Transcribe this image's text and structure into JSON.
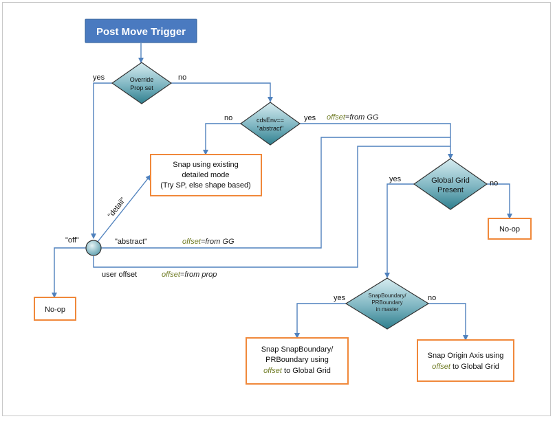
{
  "title": "Post Move Trigger",
  "decisions": {
    "override": [
      "Override",
      "Prop set"
    ],
    "cds_env": [
      "cdsEnv==",
      "\"abstract\""
    ],
    "global_grid": [
      "Global Grid",
      "Present"
    ],
    "snap_boundary": [
      "SnapBoundary/",
      "PRBoundary",
      "in master"
    ]
  },
  "boxes": {
    "snap_detailed": [
      "Snap using existing",
      "detailed mode",
      "(Try SP, else shape based)"
    ],
    "noop_right": "No-op",
    "noop_left": "No-op",
    "snap_boundary": [
      "Snap SnapBoundary/",
      "PRBoundary using"
    ],
    "snap_origin": "Snap Origin Axis using"
  },
  "labels": {
    "yes": "yes",
    "no": "no",
    "off": "\"off\"",
    "detail": "\"detail\"",
    "abstract": "\"abstract\"",
    "user_offset": "user offset",
    "offset_word": "offset",
    "from_gg": "=from GG",
    "from_prop": "=from prop",
    "to_global_grid": " to Global Grid"
  },
  "colors": {
    "arrow": "#4f81bd",
    "box_border": "#f0883a",
    "title_fill": "#4a7ac0",
    "diamond_light": "#d6ecf0",
    "diamond_dark": "#2f7f8e",
    "offset_text": "#6e7a22"
  }
}
